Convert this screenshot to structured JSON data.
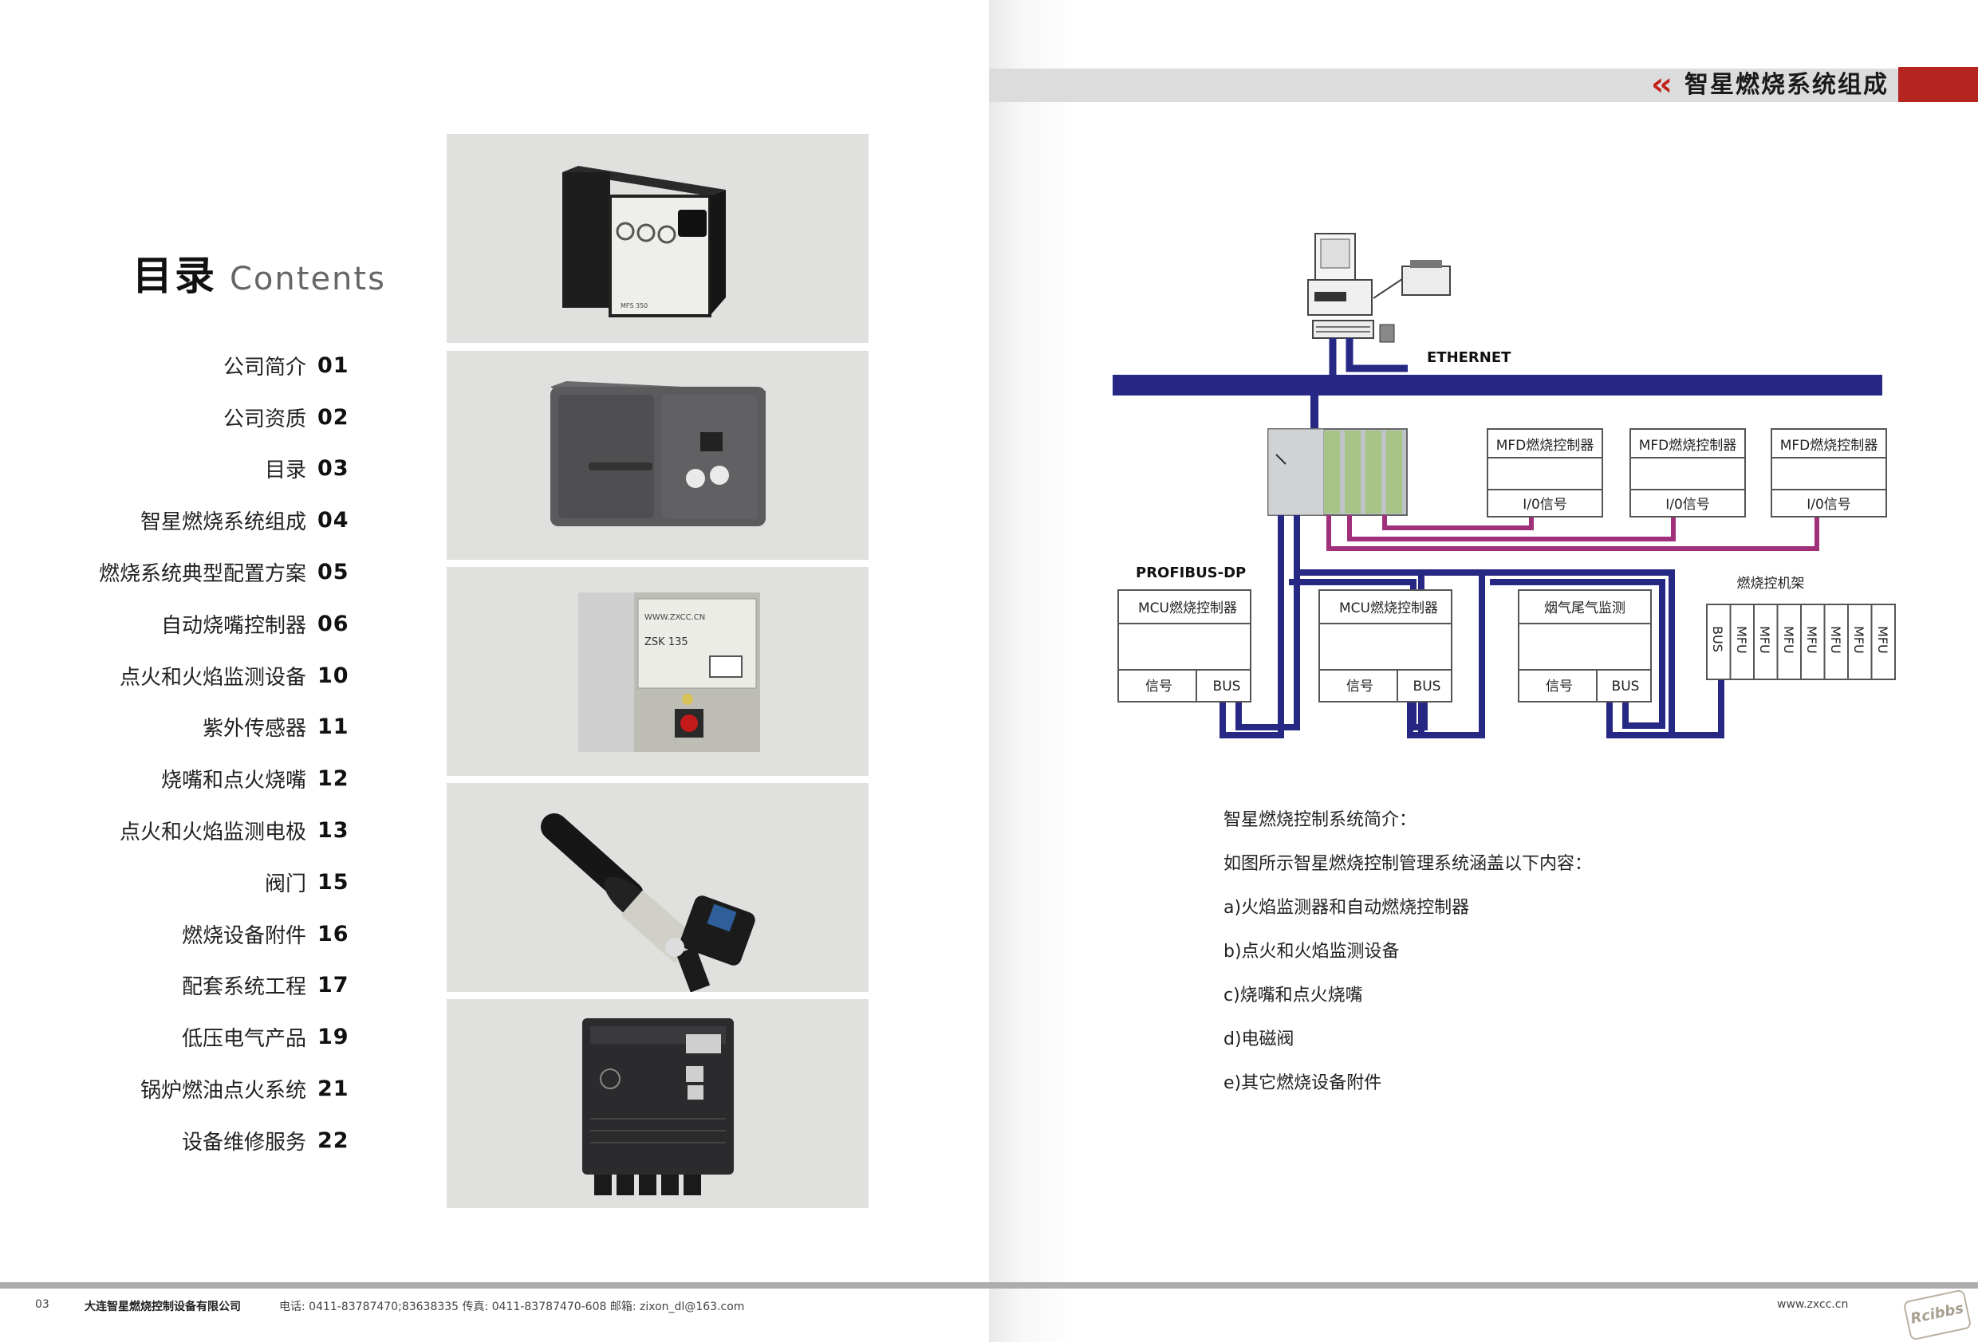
{
  "toc": {
    "title_cn": "目录",
    "title_en": "Contents",
    "items": [
      {
        "label": "公司简介",
        "page": "01"
      },
      {
        "label": "公司资质",
        "page": "02"
      },
      {
        "label": "目录",
        "page": "03"
      },
      {
        "label": "智星燃烧系统组成",
        "page": "04"
      },
      {
        "label": "燃烧系统典型配置方案",
        "page": "05"
      },
      {
        "label": "自动烧嘴控制器",
        "page": "06"
      },
      {
        "label": "点火和火焰监测设备",
        "page": "10"
      },
      {
        "label": "紫外传感器",
        "page": "11"
      },
      {
        "label": "烧嘴和点火烧嘴",
        "page": "12"
      },
      {
        "label": "点火和火焰监测电极",
        "page": "13"
      },
      {
        "label": "阀门",
        "page": "15"
      },
      {
        "label": "燃烧设备附件",
        "page": "16"
      },
      {
        "label": "配套系统工程",
        "page": "17"
      },
      {
        "label": "低压电气产品",
        "page": "19"
      },
      {
        "label": "锅炉燃油点火系统",
        "page": "21"
      },
      {
        "label": "设备维修服务",
        "page": "22"
      }
    ]
  },
  "products": {
    "p1_label": "MFS 350",
    "p3_brand": "WWW.ZXCC.CN",
    "p3_model": "ZSK 135"
  },
  "header": {
    "title": "智星燃烧系统组成"
  },
  "diagram": {
    "ethernet": "ETHERNET",
    "profibus": "PROFIBUS-DP",
    "mfd": [
      {
        "title": "MFD燃烧控制器",
        "signal": "I/0信号"
      },
      {
        "title": "MFD燃烧控制器",
        "signal": "I/0信号"
      },
      {
        "title": "MFD燃烧控制器",
        "signal": "I/0信号"
      }
    ],
    "mcu": [
      {
        "title": "MCU燃烧控制器",
        "signal": "信号",
        "bus": "BUS"
      },
      {
        "title": "MCU燃烧控制器",
        "signal": "信号",
        "bus": "BUS"
      },
      {
        "title": "烟气尾气监测",
        "signal": "信号",
        "bus": "BUS"
      }
    ],
    "rack": {
      "title": "燃烧控机架",
      "slots": [
        "BUS",
        "MFU",
        "MFU",
        "MFU",
        "MFU",
        "MFU",
        "MFU",
        "MFU"
      ]
    },
    "colors": {
      "bus": "#262884",
      "io": "#a0307a"
    }
  },
  "description": {
    "lines": [
      "智星燃烧控制系统简介：",
      "如图所示智星燃烧控制管理系统涵盖以下内容：",
      "a)火焰监测器和自动燃烧控制器",
      "b)点火和火焰监测设备",
      "c)烧嘴和点火烧嘴",
      "d)电磁阀",
      "e)其它燃烧设备附件"
    ]
  },
  "footer": {
    "page": "03",
    "company": "大连智星燃烧控制设备有限公司",
    "contact": "电话: 0411-83787470;83638335   传真: 0411-83787470-608   邮箱: zixon_dl@163.com",
    "website": "www.zxcc.cn",
    "stamp": "Rcibbs"
  }
}
